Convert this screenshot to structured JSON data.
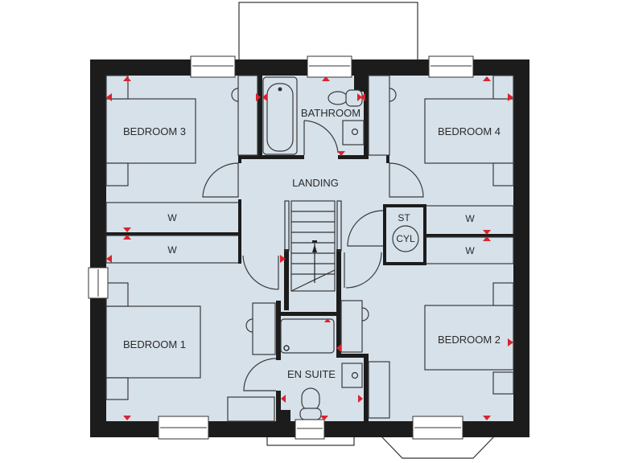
{
  "floorplan": {
    "rooms": {
      "bedroom_1": "BEDROOM 1",
      "bedroom_2": "BEDROOM 2",
      "bedroom_3": "BEDROOM 3",
      "bedroom_4": "BEDROOM 4",
      "bathroom": "BATHROOM",
      "landing": "LANDING",
      "en_suite": "EN SUITE",
      "store": "ST",
      "cylinder": "CYL"
    },
    "wardrobes": {
      "left_upper": "W",
      "left_lower": "W",
      "right_upper": "W",
      "right_lower": "W"
    },
    "colors": {
      "floor": "#d6e1ea",
      "walls": "#1c1c1c",
      "socket_markers": "#d9232e",
      "background": "#ffffff"
    }
  }
}
